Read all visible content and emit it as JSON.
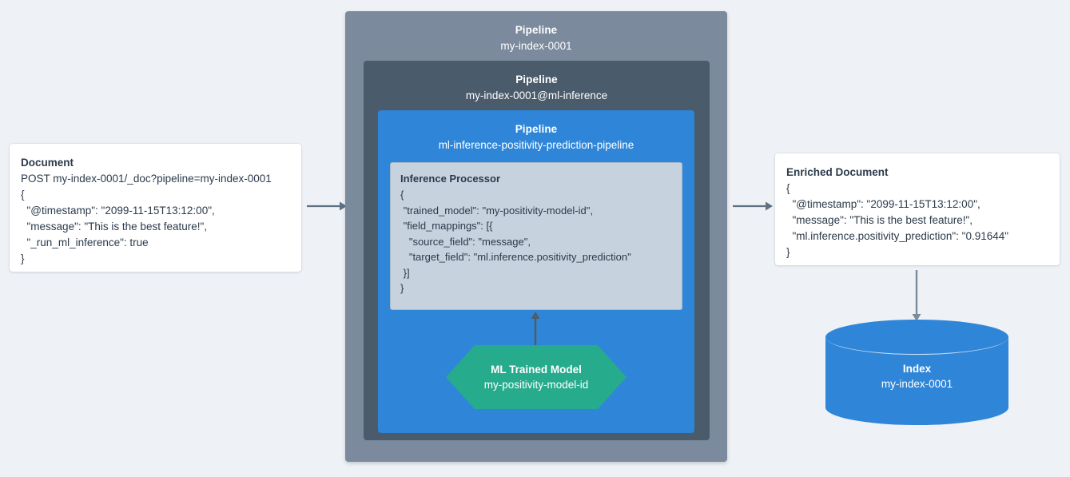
{
  "colors": {
    "canvas_bg": "#eef1f5",
    "pipeline_outer": "#7b8a9c",
    "pipeline_mid": "#4a5b6b",
    "pipeline_inner": "#2f86d8",
    "processor_bg": "#c6d2de",
    "model_green": "#27ab8d",
    "index_blue": "#2f86d8",
    "arrow_gray": "#5e7083",
    "text_dark": "#2b3a4a",
    "card_white": "#ffffff"
  },
  "document": {
    "title": "Document",
    "lines": [
      "POST my-index-0001/_doc?pipeline=my-index-0001",
      "{",
      "  \"@timestamp\": \"2099-11-15T13:12:00\",",
      "  \"message\": \"This is the best feature!\",",
      "  \"_run_ml_inference\": true",
      "}"
    ]
  },
  "pipelines": {
    "outer": {
      "kind": "Pipeline",
      "name": "my-index-0001"
    },
    "middle": {
      "kind": "Pipeline",
      "name": "my-index-0001@ml-inference"
    },
    "inner": {
      "kind": "Pipeline",
      "name": "ml-inference-positivity-prediction-pipeline"
    }
  },
  "processor": {
    "title": "Inference Processor",
    "lines": [
      "{",
      " \"trained_model\": \"my-positivity-model-id\",",
      " \"field_mappings\": [{",
      "   \"source_field\": \"message\",",
      "   \"target_field\": \"ml.inference.positivity_prediction\"",
      " }]",
      "}"
    ]
  },
  "model": {
    "kind": "ML Trained Model",
    "name": "my-positivity-model-id"
  },
  "enriched_document": {
    "title": "Enriched Document",
    "lines": [
      "{",
      "  \"@timestamp\": \"2099-11-15T13:12:00\",",
      "  \"message\": \"This is the best feature!\",",
      "  \"ml.inference.positivity_prediction\": \"0.91644\"",
      "}"
    ]
  },
  "index": {
    "kind": "Index",
    "name": "my-index-0001"
  },
  "arrows": [
    {
      "name": "document-to-pipeline-arrow",
      "direction": "right"
    },
    {
      "name": "pipeline-to-enriched-document-arrow",
      "direction": "right"
    },
    {
      "name": "model-to-processor-arrow",
      "direction": "up"
    },
    {
      "name": "enriched-document-to-index-arrow",
      "direction": "down"
    }
  ]
}
